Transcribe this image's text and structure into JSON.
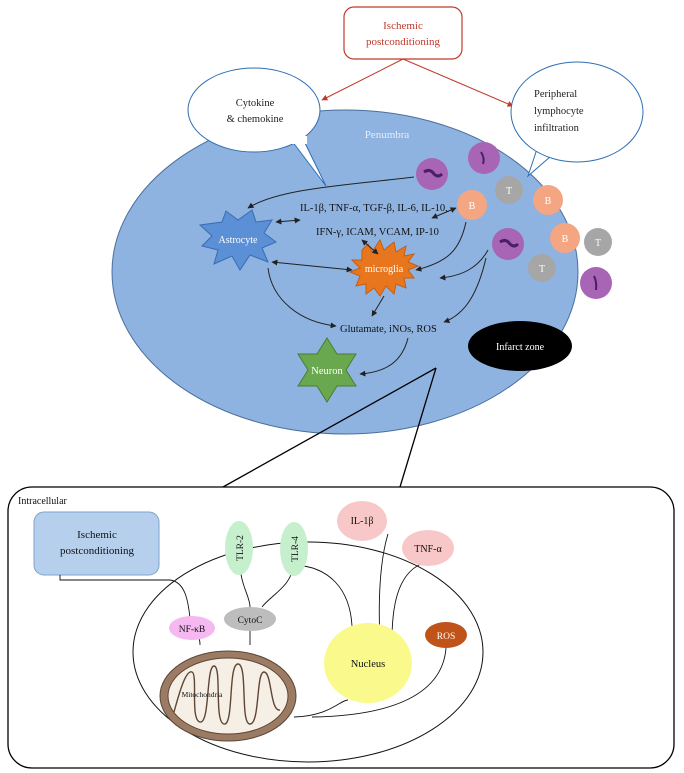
{
  "top": {
    "ischemic_line1": "Ischemic",
    "ischemic_line2": "postconditioning",
    "cytokine_line1": "Cytokine",
    "cytokine_line2": "& chemokine",
    "peripheral_line1": "Peripheral",
    "peripheral_line2": "lymphocyte",
    "peripheral_line3": "infiltration",
    "penumbra": "Penumbra",
    "mediators_line1": "IL-1β, TNF-α, TGF-β, IL-6, IL-10,",
    "mediators_line2": "IFN-γ, ICAM, VCAM, IP-10",
    "astrocyte": "Astrocyte",
    "microglia": "microglia",
    "glutamate": "Glutamate, iNOs, ROS",
    "neuron": "Neuron",
    "infarct_zone": "Infarct zone",
    "b_cell": "B",
    "t_cell": "T"
  },
  "bottom": {
    "intracellular": "Intracellular",
    "ischemic_line1": "Ischemic",
    "ischemic_line2": "postconditioning",
    "tlr2": "TLR-2",
    "tlr4": "TLR-4",
    "il1b": "IL-1β",
    "tnfa": "TNF-α",
    "nfkb": "NF-κB",
    "cytoc": "CytoC",
    "ros": "ROS",
    "nucleus": "Nucleus",
    "mitochondria": "Mitochondria"
  },
  "colors": {
    "penumbra_fill": "#8fb3e0",
    "red_text": "#c0392b",
    "astrocyte": "#5b8fd6",
    "microglia": "#e8761e",
    "neuron": "#6aa84f",
    "b_cell": "#f4a582",
    "t_cell": "#a6a6a6",
    "neutrophil": "#a865b5",
    "tlr": "#c6efce",
    "il1b": "#f8c8c8",
    "nfkb": "#f5b8f0",
    "nucleus": "#fafa8c",
    "ros": "#c0531a"
  }
}
